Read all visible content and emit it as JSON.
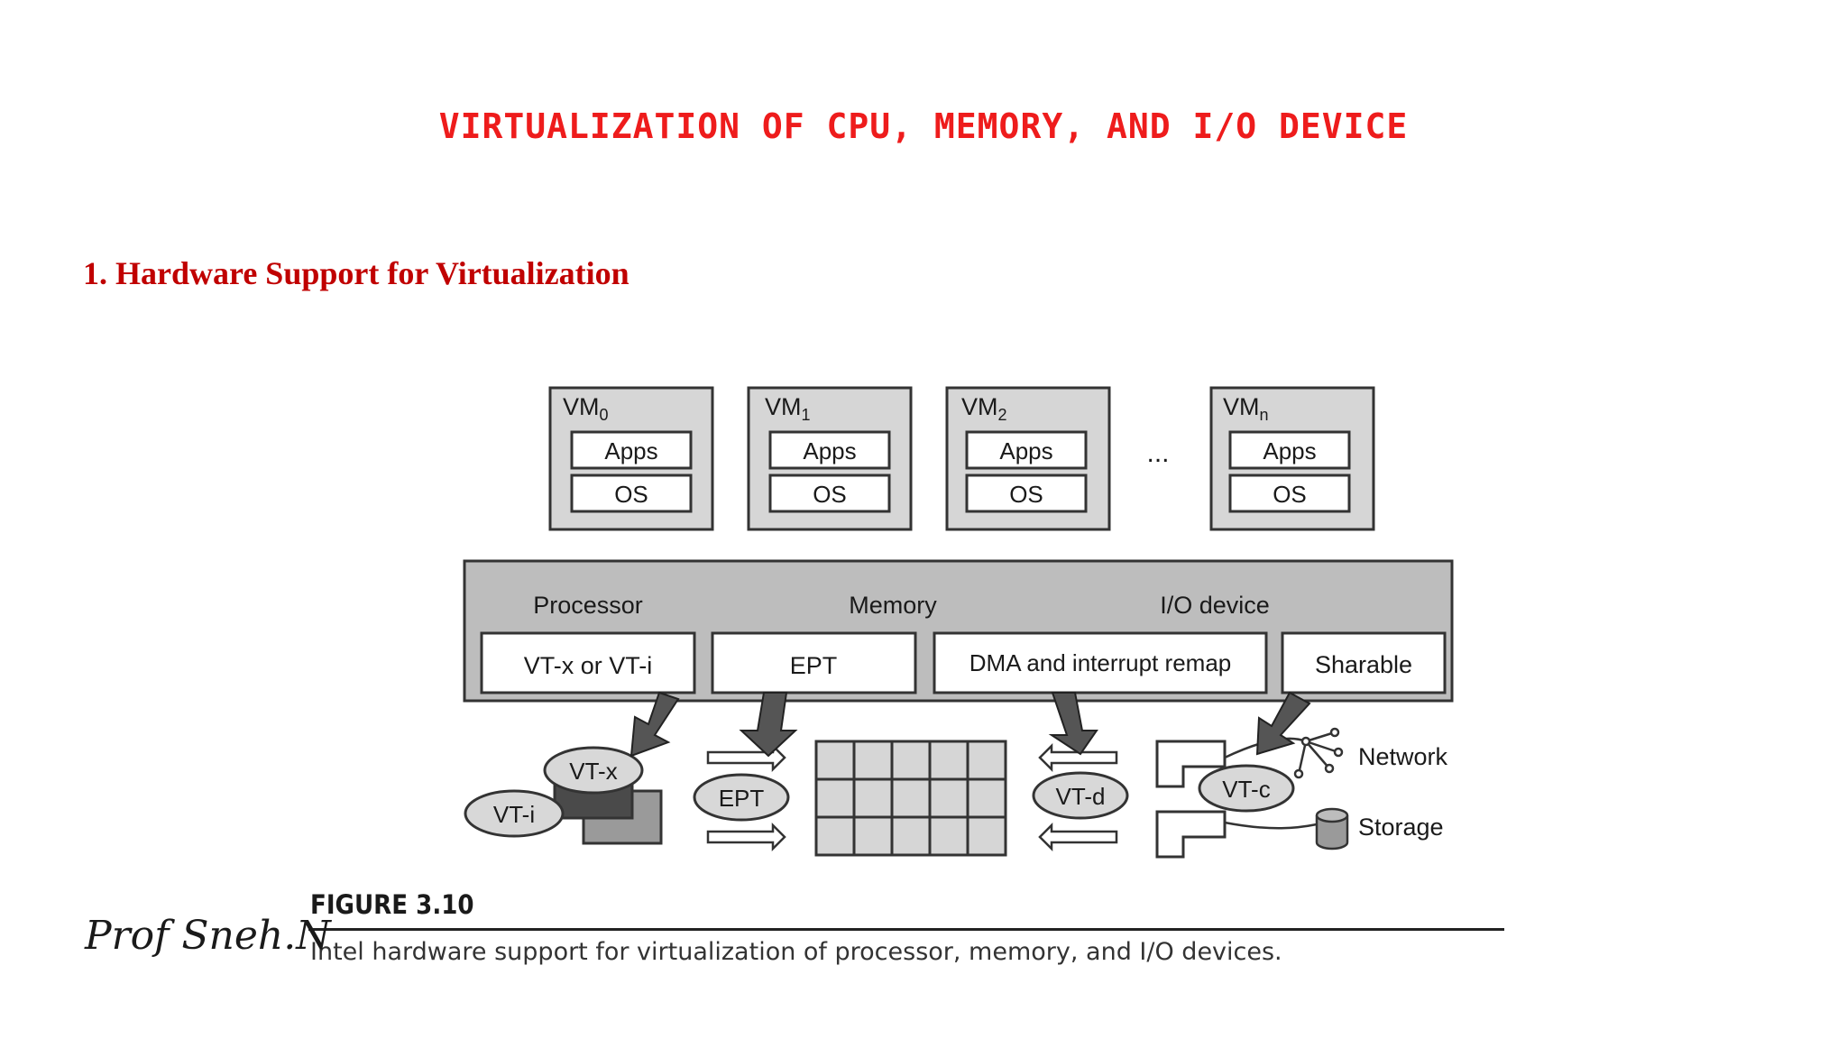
{
  "slide": {
    "title": "VIRTUALIZATION OF CPU, MEMORY, AND I/O DEVICE",
    "section_heading": "1. Hardware Support for Virtualization",
    "signature": "Prof Sneh.N"
  },
  "figure": {
    "label": "FIGURE 3.10",
    "caption": "Intel hardware support for virtualization of processor, memory, and I/O devices."
  },
  "diagram": {
    "vms": [
      {
        "name": "VM",
        "sub": "0",
        "apps": "Apps",
        "os": "OS"
      },
      {
        "name": "VM",
        "sub": "1",
        "apps": "Apps",
        "os": "OS"
      },
      {
        "name": "VM",
        "sub": "2",
        "apps": "Apps",
        "os": "OS"
      },
      {
        "name": "VM",
        "sub": "n",
        "apps": "Apps",
        "os": "OS"
      }
    ],
    "ellipsis": "...",
    "hardware_groups": [
      "Processor",
      "Memory",
      "I/O device"
    ],
    "hardware_boxes": [
      "VT-x or VT-i",
      "EPT",
      "DMA and interrupt remap",
      "Sharable"
    ],
    "bottom": {
      "vtx": "VT-x",
      "vti": "VT-i",
      "ept": "EPT",
      "vtd": "VT-d",
      "vtc": "VT-c",
      "network": "Network",
      "storage": "Storage"
    }
  }
}
